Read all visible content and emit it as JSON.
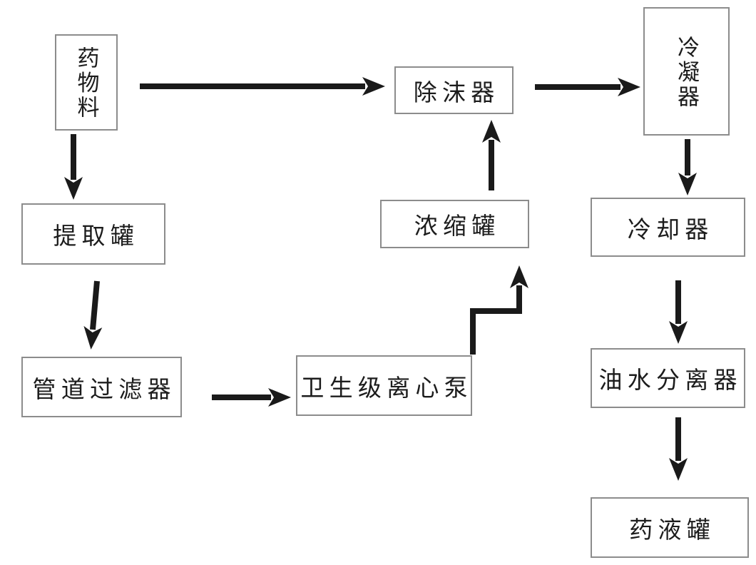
{
  "diagram": {
    "type": "flowchart",
    "background": "#ffffff",
    "colors": {
      "box_border": "#8c8c8c",
      "text": "#1c1c1c",
      "arrow": "#1a1a1a"
    },
    "nodes": [
      {
        "id": "drug-material",
        "label": "药物料",
        "text_orientation": "vertical"
      },
      {
        "id": "extraction-tank",
        "label": "提取罐",
        "text_orientation": "horizontal"
      },
      {
        "id": "pipe-filter",
        "label": "管道过滤器",
        "text_orientation": "horizontal"
      },
      {
        "id": "centrifugal-pump",
        "label": "卫生级离心泵",
        "text_orientation": "horizontal"
      },
      {
        "id": "concentrator",
        "label": "浓缩罐",
        "text_orientation": "horizontal"
      },
      {
        "id": "demister",
        "label": "除沫器",
        "text_orientation": "horizontal"
      },
      {
        "id": "condenser",
        "label": "冷凝器",
        "text_orientation": "vertical"
      },
      {
        "id": "cooler",
        "label": "冷却器",
        "text_orientation": "horizontal"
      },
      {
        "id": "oil-water-sep",
        "label": "油水分离器",
        "text_orientation": "horizontal"
      },
      {
        "id": "liquid-tank",
        "label": "药液罐",
        "text_orientation": "horizontal"
      }
    ],
    "edges": [
      {
        "from": "drug-material",
        "to": "demister",
        "shape": "straight"
      },
      {
        "from": "demister",
        "to": "condenser",
        "shape": "straight"
      },
      {
        "from": "drug-material",
        "to": "extraction-tank",
        "shape": "straight"
      },
      {
        "from": "extraction-tank",
        "to": "pipe-filter",
        "shape": "straight"
      },
      {
        "from": "pipe-filter",
        "to": "centrifugal-pump",
        "shape": "straight"
      },
      {
        "from": "centrifugal-pump",
        "to": "concentrator",
        "shape": "elbow"
      },
      {
        "from": "concentrator",
        "to": "demister",
        "shape": "straight"
      },
      {
        "from": "condenser",
        "to": "cooler",
        "shape": "straight"
      },
      {
        "from": "cooler",
        "to": "oil-water-sep",
        "shape": "straight"
      },
      {
        "from": "oil-water-sep",
        "to": "liquid-tank",
        "shape": "straight"
      }
    ]
  }
}
